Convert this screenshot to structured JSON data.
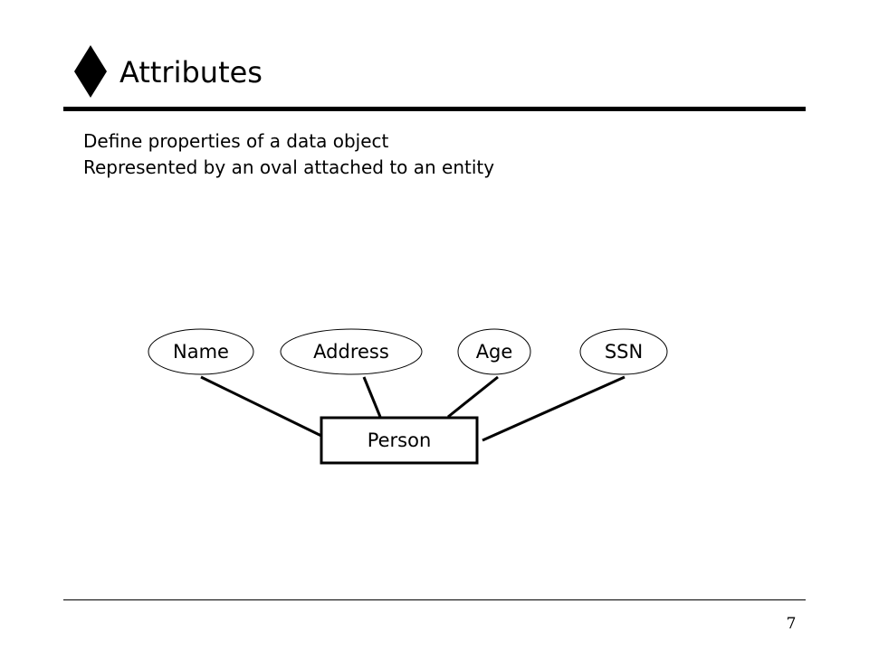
{
  "slide": {
    "title": "Attributes",
    "title_icon": "diamond-bullet-icon",
    "bullets": [
      "Define properties of a data object",
      "Represented by an oval attached to an entity"
    ],
    "page_number": "7"
  },
  "diagram": {
    "entity": "Person",
    "attributes": [
      "Name",
      "Address",
      "Age",
      "SSN"
    ]
  }
}
